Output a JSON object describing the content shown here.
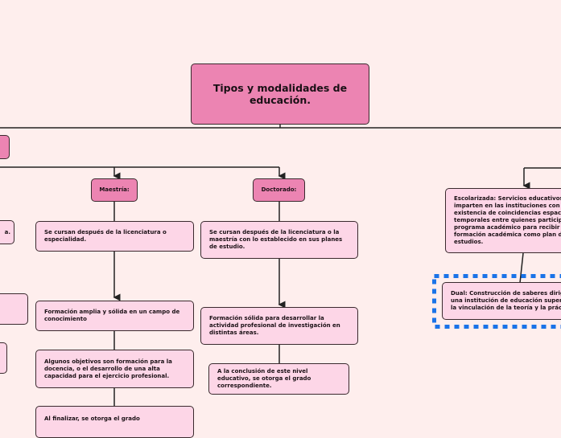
{
  "title": "Tipos y modalidades de educación.",
  "maestria": {
    "label": "Maestría:",
    "items": [
      "Se cursan después de la licenciatura o especialidad.",
      "Formación amplia y sólida en un campo de conocimiento",
      "Algunos objetivos son formación para la docencia, o el desarrollo de una alta capacidad para el ejercicio profesional.",
      "Al finalizar, se otorga el grado"
    ]
  },
  "doctorado": {
    "label": "Doctorado:",
    "items": [
      "Se cursan después de la licenciatura o la maestría con lo establecido en sus planes de estudio.",
      "Formación sólida para desarrollar la actividad profesional de investigación en distintas áreas.",
      "A la conclusión de este nivel educativo, se otorga el grado correspondiente."
    ]
  },
  "left_partial": {
    "text": "a."
  },
  "modalidades": {
    "escolarizada": "Escolarizada: Servicios educativos\nimparten en las instituciones con l\nexistencia de coincidencias espaci\ntemporales entre quienes particip\nprograma académico para recibir\nformación académica como plan d\nestudios.",
    "dual": "Dual: Construcción de saberes dirig\nuna institución de educación superi\nla vinculación de la teoría y la práct"
  },
  "colors": {
    "main_node": "#ec84b2",
    "sub_node": "#fdd6e7",
    "background": "#feeeed",
    "selection": "#1a73e8"
  }
}
